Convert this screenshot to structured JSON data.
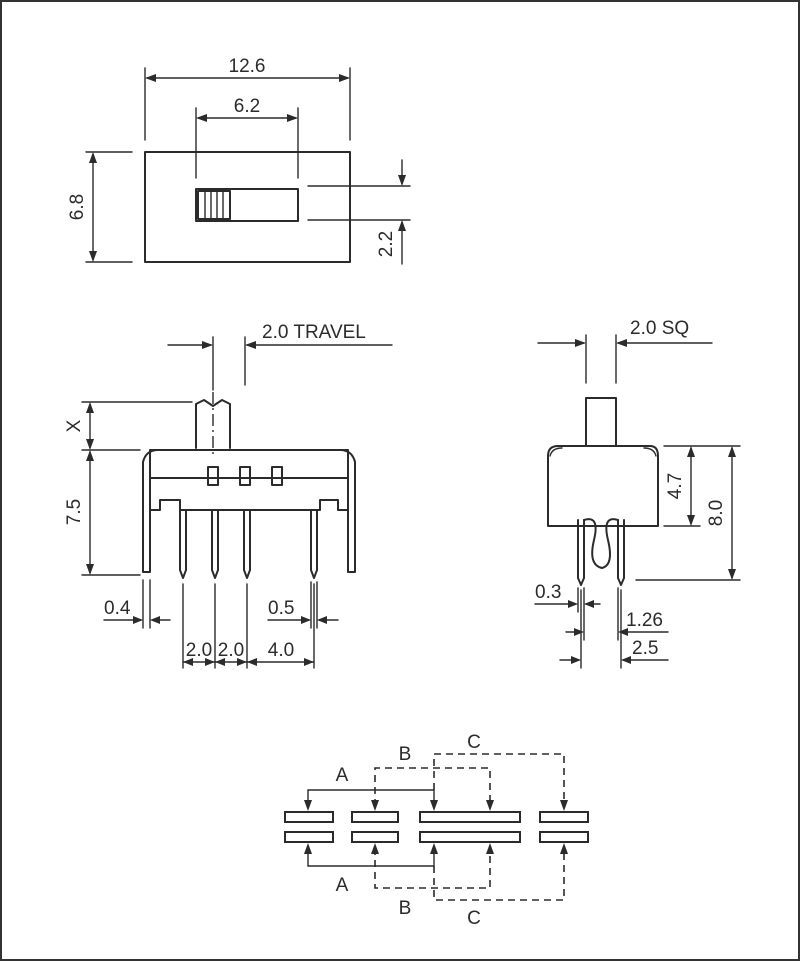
{
  "top_view": {
    "width_dim": "12.6",
    "slot_dim": "6.2",
    "height_dim": "6.8",
    "actuator_dim": "2.2"
  },
  "front_view": {
    "travel_dim": "2.0 TRAVEL",
    "handle_dim": "X",
    "body_height_dim": "7.5",
    "pin_width_dim": "0.4",
    "tab_width_dim": "0.5",
    "pitch_1": "2.0",
    "pitch_2": "2.0",
    "pitch_3": "4.0"
  },
  "side_view": {
    "actuator_dim": "2.0 SQ",
    "body_height_dim": "4.7",
    "total_height_dim": "8.0",
    "pin_thickness_dim": "0.3",
    "pin_gap_dim": "1.26",
    "pin_span_dim": "2.5"
  },
  "schematic": {
    "label_a_top": "A",
    "label_b_top": "B",
    "label_c_top": "C",
    "label_a_bottom": "A",
    "label_b_bottom": "B",
    "label_c_bottom": "C"
  }
}
